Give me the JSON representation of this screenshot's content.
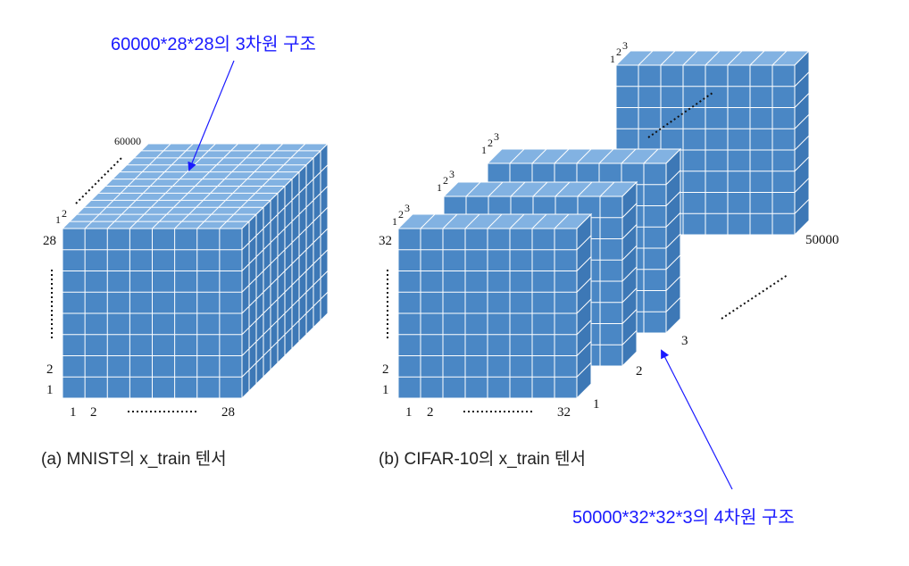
{
  "colors": {
    "cube_front": "#4a87c5",
    "cube_top": "#82b2e2",
    "cube_side": "#3d78b6",
    "grid_line": "#ffffff",
    "annotation_text": "#1a1aff",
    "annotation_arrow": "#1a1aff",
    "caption_text": "#222222"
  },
  "annotations": {
    "mnist_structure": "60000*28*28의 3차원 구조",
    "cifar_structure": "50000*32*32*3의 4차원 구조"
  },
  "mnist": {
    "caption": "(a) MNIST의 x_train 텐서",
    "depth_labels": {
      "first": "1",
      "second": "2",
      "last": "60000"
    },
    "row_labels": {
      "first": "1",
      "second": "2",
      "last": "28"
    },
    "col_labels": {
      "first": "1",
      "second": "2",
      "last": "28"
    }
  },
  "cifar": {
    "caption": "(b) CIFAR-10의 x_train 텐서",
    "channel_labels": [
      "1",
      "2",
      "3"
    ],
    "image_corner_labels": {
      "one": "1",
      "two": "2",
      "three": "3"
    },
    "row_labels": {
      "first": "1",
      "second": "2",
      "last": "32"
    },
    "col_labels": {
      "first": "1",
      "second": "2",
      "last": "32"
    },
    "sample_last": "50000",
    "stack_depth_labels": {
      "d1": "1",
      "d2": "2",
      "d3": "3"
    }
  }
}
